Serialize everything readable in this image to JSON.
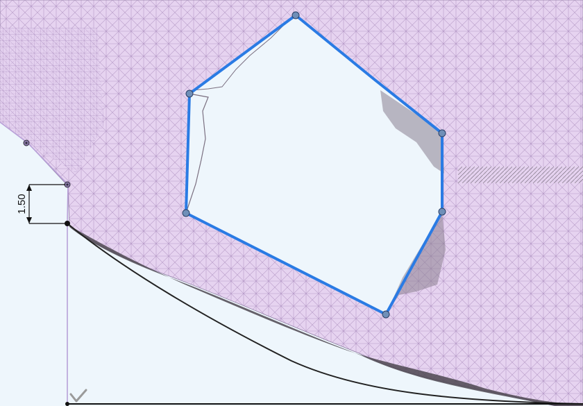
{
  "view": {
    "type": "cad-sketch-over-mesh",
    "colors": {
      "background": "#eef6fc",
      "mesh_fill": "#e6d3f0",
      "mesh_line": "#b79bc8",
      "mesh_shadow": "#6d6670",
      "sketch_profile": "#2a7be4",
      "sketch_vertex": "#6f8fb8",
      "dimension": "#111111",
      "construction_edge": "#b8a0d8"
    }
  },
  "dimension": {
    "value": "1.50",
    "orientation": "vertical"
  },
  "sketch": {
    "profile_shape": "hexagon",
    "vertex_count": 6
  },
  "icons": {
    "origin": "checkmark-icon"
  }
}
